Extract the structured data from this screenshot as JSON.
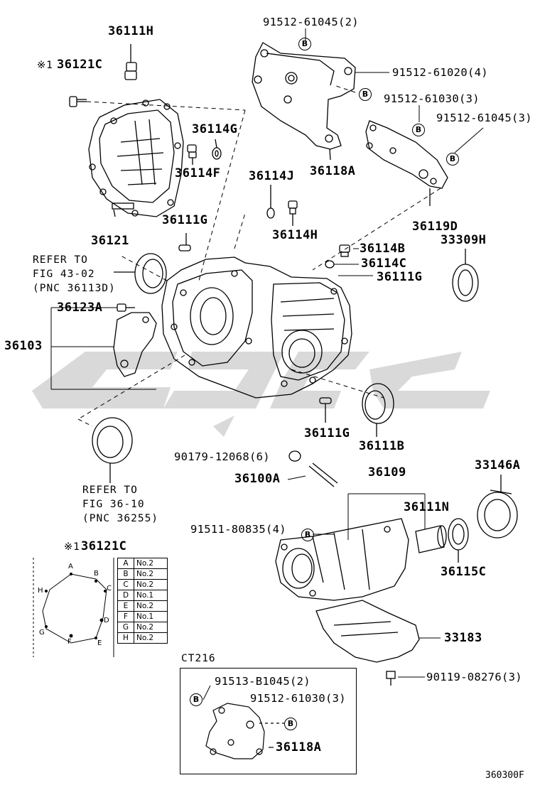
{
  "diagram_code": "360300F",
  "parts": {
    "p36111H": "36111H",
    "p36121C": "36121C",
    "mark_note": "※1",
    "p36121": "36121",
    "p36114G": "36114G",
    "p36114F": "36114F",
    "p36111G_top": "36111G",
    "p36114J": "36114J",
    "p36114H": "36114H",
    "p36118A": "36118A",
    "p36119D": "36119D",
    "p33309H": "33309H",
    "p36114B": "36114B",
    "p36114C": "36114C",
    "p36111G_mid": "36111G",
    "p36123A": "36123A",
    "p36103": "36103",
    "p36111G_low": "36111G",
    "p36111B": "36111B",
    "p36100A": "36100A",
    "p36109": "36109",
    "p33146A": "33146A",
    "p36111N": "36111N",
    "p36115C": "36115C",
    "p33183": "33183",
    "p36118A_ct": "36118A",
    "legend_title": "36121C"
  },
  "bolts": {
    "b1": "91512-61045(2)",
    "b2": "91512-61020(4)",
    "b3": "91512-61030(3)",
    "b4": "91512-61045(3)",
    "b5": "90179-12068(6)",
    "b6": "91511-80835(4)",
    "b7": "90119-08276(3)",
    "b8": "91513-B1045(2)",
    "b9": "91512-61030(3)",
    "marker": "B"
  },
  "refs": {
    "ref1_line1": "REFER TO",
    "ref1_line2": "FIG 43-02",
    "ref1_line3": "(PNC 36113D)",
    "ref2_line1": "REFER TO",
    "ref2_line2": "FIG 36-10",
    "ref2_line3": "(PNC 36255)"
  },
  "variant_box": {
    "label": "CT216"
  },
  "legend": {
    "rows": [
      {
        "key": "A",
        "val": "No.2"
      },
      {
        "key": "B",
        "val": "No.2"
      },
      {
        "key": "C",
        "val": "No.2"
      },
      {
        "key": "D",
        "val": "No.1"
      },
      {
        "key": "E",
        "val": "No.2"
      },
      {
        "key": "F",
        "val": "No.1"
      },
      {
        "key": "G",
        "val": "No.2"
      },
      {
        "key": "H",
        "val": "No.2"
      }
    ],
    "bolt_positions": {
      "A": "A",
      "B": "B",
      "C": "C",
      "D": "D",
      "E": "E",
      "F": "F",
      "G": "G",
      "H": "H"
    }
  },
  "watermark": {
    "color": "#d9d9d9"
  }
}
